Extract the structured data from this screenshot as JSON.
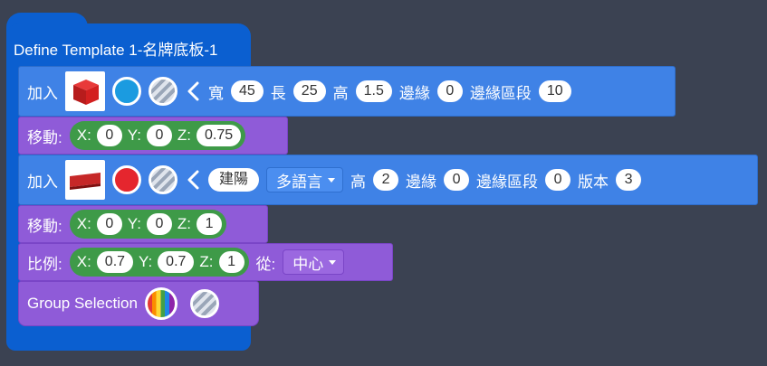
{
  "template": {
    "title": "Define Template 1-名牌底板-1"
  },
  "block1": {
    "keyword": "加入",
    "thumbnail_icon": "red-cube-icon",
    "color": "#1b9be0",
    "chevron": "<",
    "label_width": "寬",
    "width": "45",
    "label_length": "長",
    "length": "25",
    "label_height": "高",
    "height": "1.5",
    "label_edge": "邊緣",
    "edge": "0",
    "label_edge_segment": "邊緣區段",
    "edge_segment": "10"
  },
  "move1": {
    "keyword": "移動:",
    "x_label": "X:",
    "x": "0",
    "y_label": "Y:",
    "y": "0",
    "z_label": "Z:",
    "z": "0.75"
  },
  "block2": {
    "keyword": "加入",
    "thumbnail_icon": "red-text-logo-icon",
    "color": "#e5262e",
    "chevron": "<",
    "text_value": "建陽",
    "language_dropdown": "多語言",
    "label_height": "高",
    "height": "2",
    "label_edge": "邊緣",
    "edge": "0",
    "label_edge_segment": "邊緣區段",
    "edge_segment": "0",
    "label_version": "版本",
    "version": "3"
  },
  "move2": {
    "keyword": "移動:",
    "x_label": "X:",
    "x": "0",
    "y_label": "Y:",
    "y": "0",
    "z_label": "Z:",
    "z": "1"
  },
  "scale": {
    "keyword": "比例:",
    "x_label": "X:",
    "x": "0.7",
    "y_label": "Y:",
    "y": "0.7",
    "z_label": "Z:",
    "z": "1",
    "from_label": "從:",
    "from_dropdown": "中心"
  },
  "group": {
    "label": "Group Selection"
  },
  "colors": {
    "background": "#3b4252",
    "template_blue": "#0b5fd0",
    "block_blue": "#3f82e6",
    "block_purple": "#8f5bd8",
    "coord_green": "#3e9a48"
  }
}
